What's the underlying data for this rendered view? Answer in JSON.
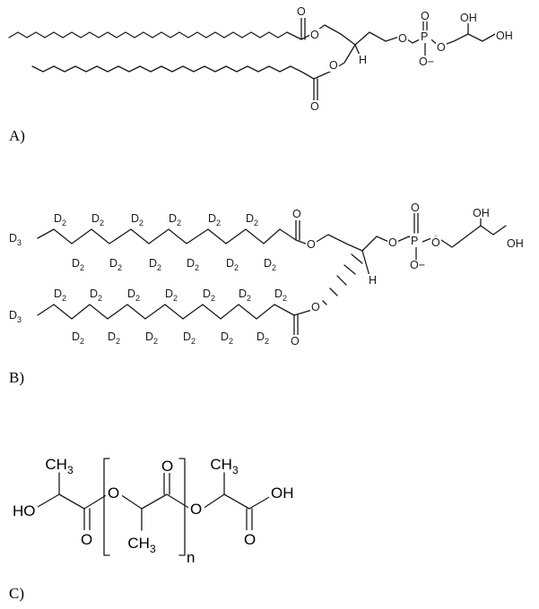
{
  "panels": [
    {
      "label": "A)"
    },
    {
      "label": "B)"
    },
    {
      "label": "C)"
    }
  ],
  "atoms": {
    "oxygen": "O",
    "phosphorus": "P",
    "hydroxyl": "OH",
    "hydrogen": "H",
    "oxide_anion": "O−",
    "deuterium": "D",
    "subscript_two": "2",
    "subscript_three": "3",
    "methyl_c": "CH",
    "hydroxyl_left": "HO",
    "repeat_n": "n"
  },
  "colors": {
    "ink": "#1a1a1a",
    "background": "#ffffff"
  }
}
